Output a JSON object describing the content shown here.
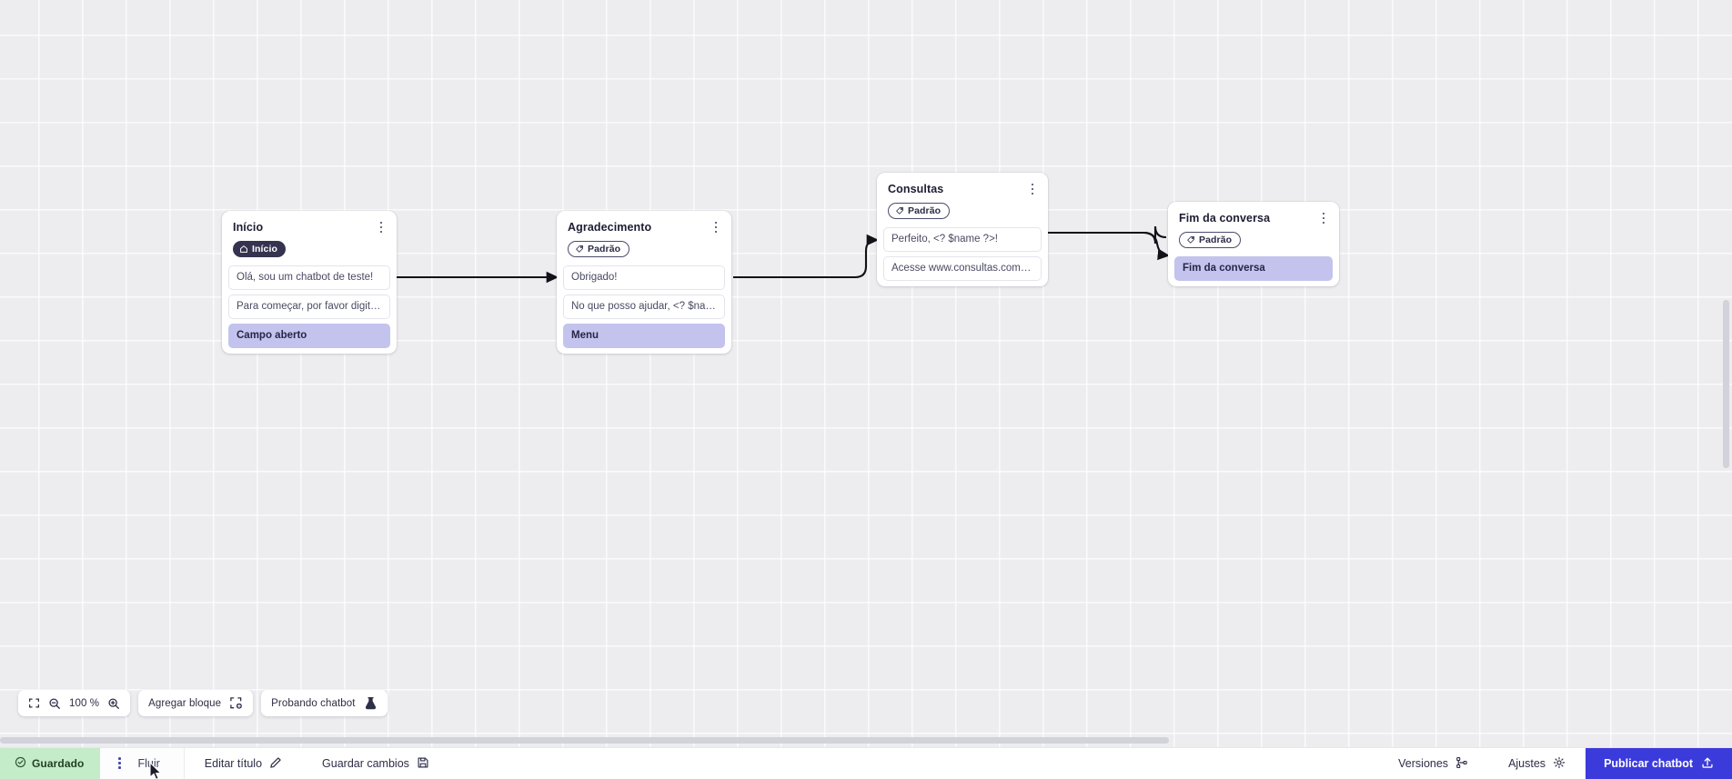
{
  "canvas": {
    "zoom_label": "100 %",
    "fit_icon": "fit-screen-icon",
    "zoom_out_icon": "zoom-out-icon",
    "zoom_in_icon": "zoom-in-icon",
    "add_block_label": "Agregar bloque",
    "add_block_icon": "add-block-icon",
    "test_chatbot_label": "Probando chatbot",
    "test_chatbot_icon": "flask-icon"
  },
  "nodes": [
    {
      "id": "inicio",
      "title": "Início",
      "badge": {
        "label": "Início",
        "type": "start",
        "icon": "home-icon"
      },
      "messages": [
        {
          "text": "Olá, sou um chatbot de teste!",
          "type": "text"
        },
        {
          "text": "Para começar, por favor digite o ...",
          "type": "text"
        },
        {
          "text": "Campo aberto",
          "type": "action"
        }
      ]
    },
    {
      "id": "agradecimento",
      "title": "Agradecimento",
      "badge": {
        "label": "Padrão",
        "type": "default",
        "icon": "tag-icon"
      },
      "messages": [
        {
          "text": "Obrigado!",
          "type": "text"
        },
        {
          "text": "No que posso ajudar, <? $name ...",
          "type": "text"
        },
        {
          "text": "Menu",
          "type": "action"
        }
      ]
    },
    {
      "id": "consultas",
      "title": "Consultas",
      "badge": {
        "label": "Padrão",
        "type": "default",
        "icon": "tag-icon"
      },
      "messages": [
        {
          "text": "Perfeito, <? $name ?>!",
          "type": "text"
        },
        {
          "text": "Acesse www.consultas.com par...",
          "type": "text"
        }
      ]
    },
    {
      "id": "fim",
      "title": "Fim da conversa",
      "badge": {
        "label": "Padrão",
        "type": "default",
        "icon": "tag-icon"
      },
      "messages": [
        {
          "text": "Fim da conversa",
          "type": "action"
        }
      ]
    }
  ],
  "bottombar": {
    "saved_label": "Guardado",
    "saved_icon": "check-circle-icon",
    "flow_tab_label": "Fluir",
    "flow_tab_menu_icon": "kebab-icon",
    "edit_title_label": "Editar título",
    "edit_title_icon": "pencil-icon",
    "save_changes_label": "Guardar cambios",
    "save_changes_icon": "floppy-icon",
    "versions_label": "Versiones",
    "versions_icon": "branch-icon",
    "settings_label": "Ajustes",
    "settings_icon": "gear-icon",
    "publish_label": "Publicar chatbot",
    "publish_icon": "upload-icon"
  },
  "colors": {
    "accent": "#3b3bdb",
    "saved_bg": "#c5ecc8",
    "action_bubble": "#c3c3ee",
    "start_badge": "#343450",
    "canvas_bg": "#ededf0"
  }
}
